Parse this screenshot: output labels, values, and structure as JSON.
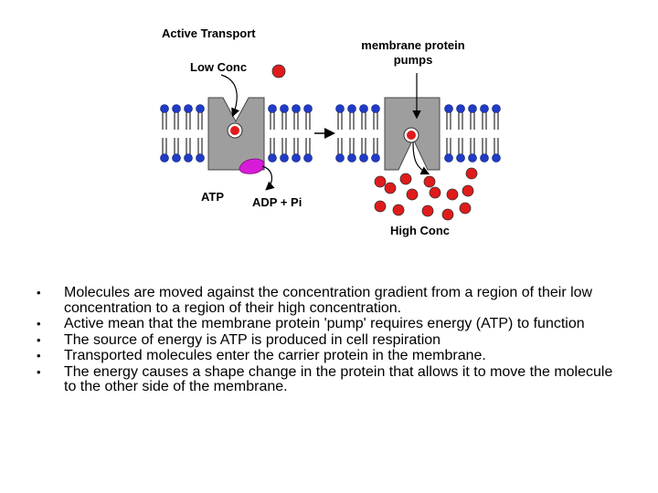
{
  "diagram": {
    "title": "Active Transport",
    "labels": {
      "low_conc": "Low Conc",
      "pumps_line1": "membrane protein",
      "pumps_line2": "pumps",
      "atp": "ATP",
      "adp": "ADP + Pi",
      "high_conc": "High Conc"
    },
    "colors": {
      "protein": "#9e9e9e",
      "phosphate_head": "#1f3bc8",
      "molecule": "#e01b1b",
      "atp_blob": "#d81bd8"
    }
  },
  "bullets": [
    "Molecules are moved against the concentration gradient from a region of their low concentration to a region of their high concentration.",
    "Active mean that the membrane protein 'pump' requires energy (ATP) to function",
    "The source of energy is ATP is produced in cell respiration",
    "Transported molecules enter the carrier protein in the membrane.",
    "The energy causes a shape change in the protein that allows it to move the molecule to the other side of the membrane."
  ]
}
